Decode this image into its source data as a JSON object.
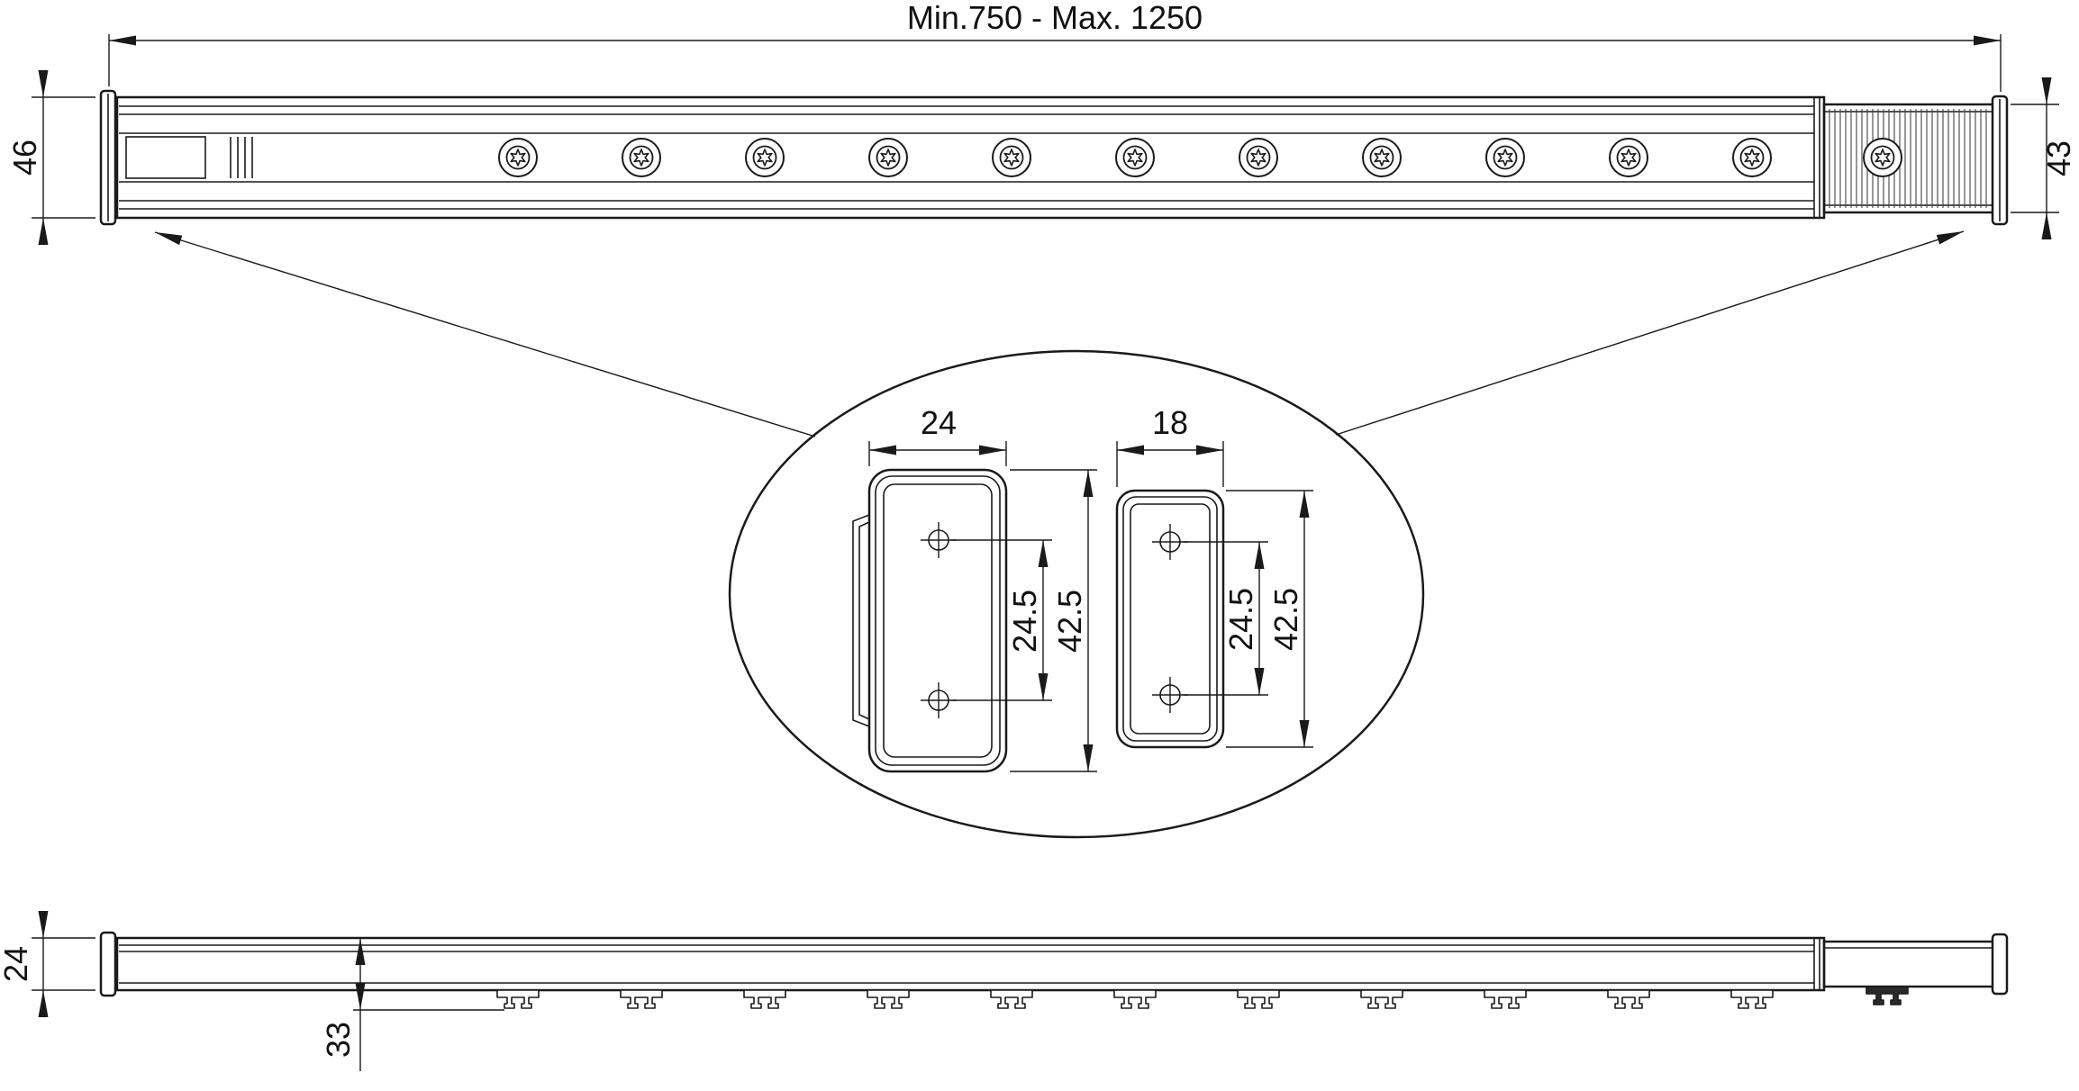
{
  "drawing": {
    "background": "#ffffff",
    "line_color": "#1a1a1a",
    "labels": {
      "overall_length": "Min.750 - Max. 1250",
      "height_left": "46",
      "height_right": "43",
      "detail_left_width": "24",
      "detail_left_hole_spacing": "24.5",
      "detail_left_height": "42.5",
      "detail_right_width": "18",
      "detail_right_hole_spacing": "24.5",
      "detail_right_height": "42.5",
      "side_height": "24",
      "clip_drop": "33"
    }
  }
}
